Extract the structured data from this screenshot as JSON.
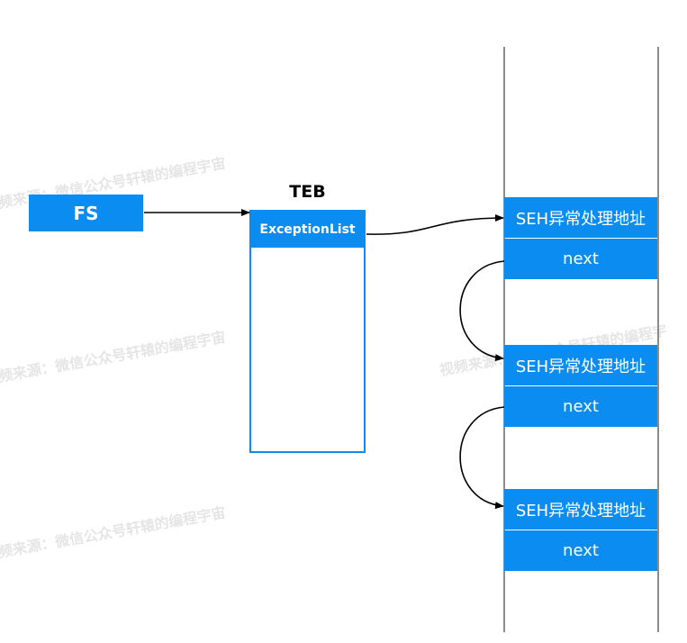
{
  "fs": {
    "label": "FS"
  },
  "teb": {
    "title": "TEB",
    "field": "ExceptionList"
  },
  "seh_nodes": [
    {
      "handler": "SEH异常处理地址",
      "next": "next"
    },
    {
      "handler": "SEH异常处理地址",
      "next": "next"
    },
    {
      "handler": "SEH异常处理地址",
      "next": "next"
    }
  ],
  "watermarks": [
    "频来源：微信公众号轩辕的编程宇宙",
    "频来源：微信公众号轩辕的编程宇宙",
    "频来源：微信公众号轩辕的编程宇宙",
    "视频来源：微信公众号轩辕的编程宇"
  ],
  "colors": {
    "box_fill": "#0b8cf0",
    "box_text": "#ffffff",
    "stack_line": "#8c8c8c",
    "arrow": "#000000"
  }
}
